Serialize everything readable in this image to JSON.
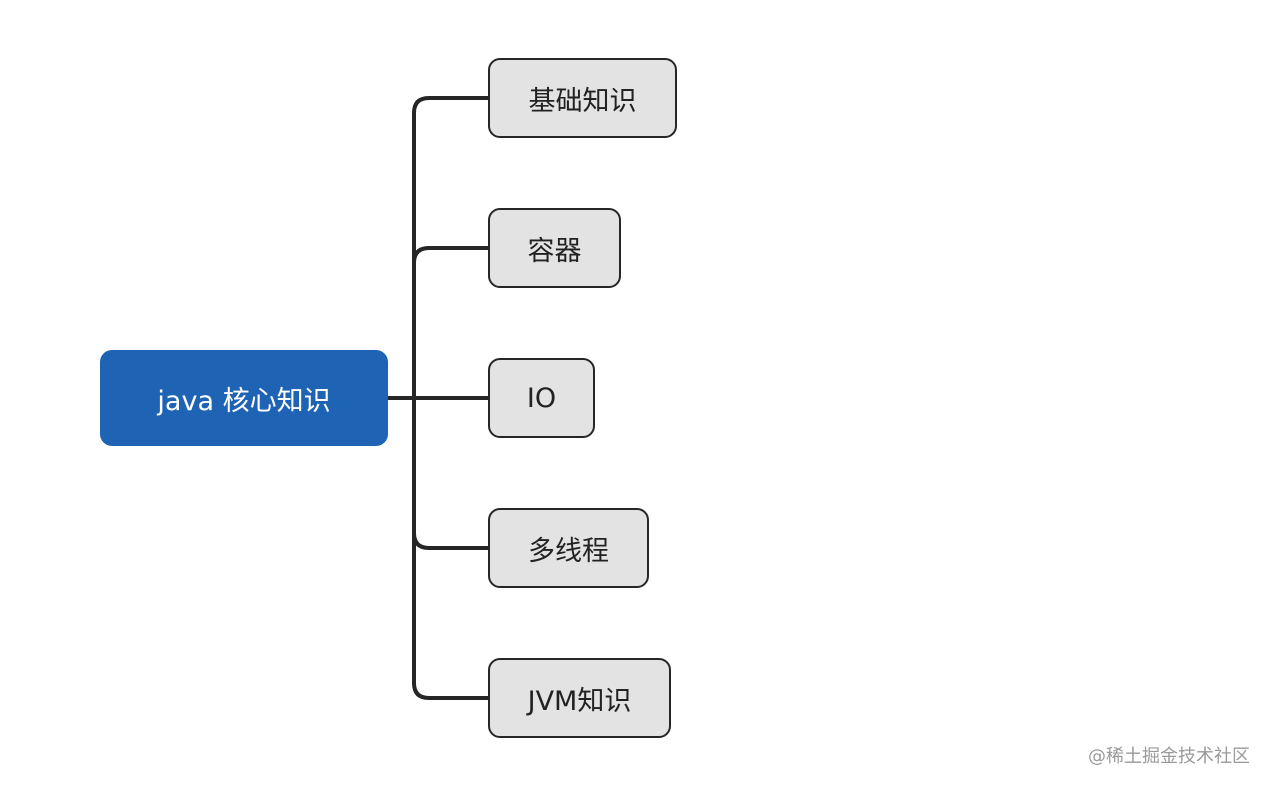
{
  "root": {
    "label": "java 核心知识"
  },
  "children": [
    {
      "label": "基础知识"
    },
    {
      "label": "容器"
    },
    {
      "label": "IO"
    },
    {
      "label": "多线程"
    },
    {
      "label": "JVM知识"
    }
  ],
  "watermark": "@稀土掘金技术社区",
  "colors": {
    "root_fill": "#1f63b5",
    "root_text": "#ffffff",
    "child_fill": "#e3e3e3",
    "child_border": "#262626",
    "child_text": "#222222",
    "connector": "#262626",
    "watermark": "#9a9a9a"
  }
}
